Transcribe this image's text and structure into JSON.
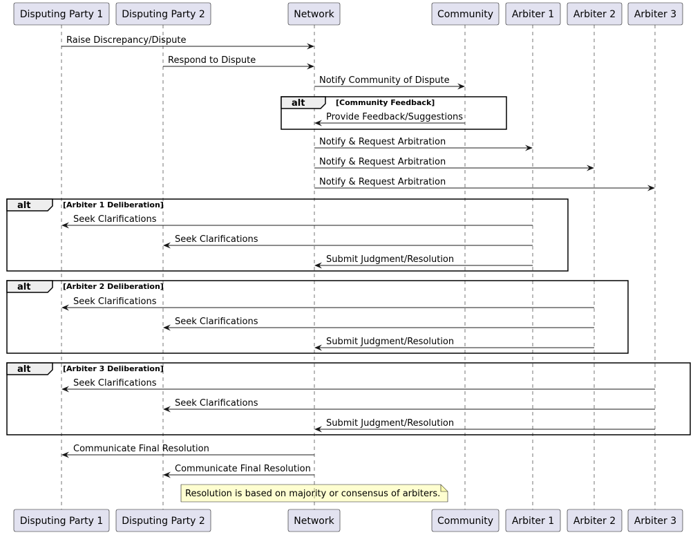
{
  "participants": [
    "Disputing Party 1",
    "Disputing Party 2",
    "Network",
    "Community",
    "Arbiter 1",
    "Arbiter 2",
    "Arbiter 3"
  ],
  "messages": [
    {
      "from": "Disputing Party 1",
      "to": "Network",
      "label": "Raise Discrepancy/Dispute"
    },
    {
      "from": "Disputing Party 2",
      "to": "Network",
      "label": "Respond to Dispute"
    },
    {
      "from": "Network",
      "to": "Community",
      "label": "Notify Community of Dispute"
    },
    {
      "from": "Community",
      "to": "Network",
      "label": "Provide Feedback/Suggestions"
    },
    {
      "from": "Network",
      "to": "Arbiter 1",
      "label": "Notify & Request Arbitration"
    },
    {
      "from": "Network",
      "to": "Arbiter 2",
      "label": "Notify & Request Arbitration"
    },
    {
      "from": "Network",
      "to": "Arbiter 3",
      "label": "Notify & Request Arbitration"
    },
    {
      "from": "Arbiter 1",
      "to": "Disputing Party 1",
      "label": "Seek Clarifications"
    },
    {
      "from": "Arbiter 1",
      "to": "Disputing Party 2",
      "label": "Seek Clarifications"
    },
    {
      "from": "Arbiter 1",
      "to": "Network",
      "label": "Submit Judgment/Resolution"
    },
    {
      "from": "Arbiter 2",
      "to": "Disputing Party 1",
      "label": "Seek Clarifications"
    },
    {
      "from": "Arbiter 2",
      "to": "Disputing Party 2",
      "label": "Seek Clarifications"
    },
    {
      "from": "Arbiter 2",
      "to": "Network",
      "label": "Submit Judgment/Resolution"
    },
    {
      "from": "Arbiter 3",
      "to": "Disputing Party 1",
      "label": "Seek Clarifications"
    },
    {
      "from": "Arbiter 3",
      "to": "Disputing Party 2",
      "label": "Seek Clarifications"
    },
    {
      "from": "Arbiter 3",
      "to": "Network",
      "label": "Submit Judgment/Resolution"
    },
    {
      "from": "Network",
      "to": "Disputing Party 1",
      "label": "Communicate Final Resolution"
    },
    {
      "from": "Network",
      "to": "Disputing Party 2",
      "label": "Communicate Final Resolution"
    }
  ],
  "frames": [
    {
      "operator": "alt",
      "guard": "[Community Feedback]"
    },
    {
      "operator": "alt",
      "guard": "[Arbiter 1 Deliberation]"
    },
    {
      "operator": "alt",
      "guard": "[Arbiter 2 Deliberation]"
    },
    {
      "operator": "alt",
      "guard": "[Arbiter 3 Deliberation]"
    }
  ],
  "note": "Resolution is based on majority or consensus of arbiters."
}
